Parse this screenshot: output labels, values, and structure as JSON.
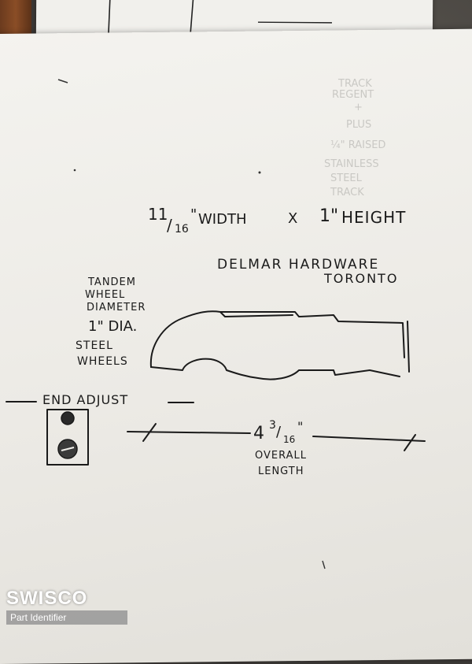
{
  "sketch": {
    "dimensions": {
      "width_whole": "11",
      "width_fraction": "16",
      "width_unit": "\"",
      "width_label": "WIDTH",
      "times": "X",
      "height_value": "1\"",
      "height_label": "HEIGHT"
    },
    "supplier": {
      "line1": "DELMAR HARDWARE",
      "line2": "TORONTO"
    },
    "wheel_note": {
      "line1": "TANDEM",
      "line2": "WHEEL",
      "line3": "DIAMETER",
      "line4": "1\" DIA.",
      "line5": "STEEL",
      "line6": "WHEELS"
    },
    "end_adjust": "END ADJUST",
    "length": {
      "whole": "4",
      "numerator": "3",
      "denominator": "16",
      "unit": "\"",
      "label_line1": "OVERALL",
      "label_line2": "LENGTH"
    }
  },
  "bleed_through": [
    "TRACK",
    "REGENT",
    "+",
    "PLUS",
    "¼\" RAISED",
    "STAINLESS",
    "STEEL",
    "TRACK"
  ],
  "watermark": {
    "title": "SWISCO",
    "subtitle": "Part Identifier"
  },
  "colors": {
    "ink": "#1a1a1a",
    "paper": "#f1f0ec",
    "watermark": "#ffffff"
  }
}
